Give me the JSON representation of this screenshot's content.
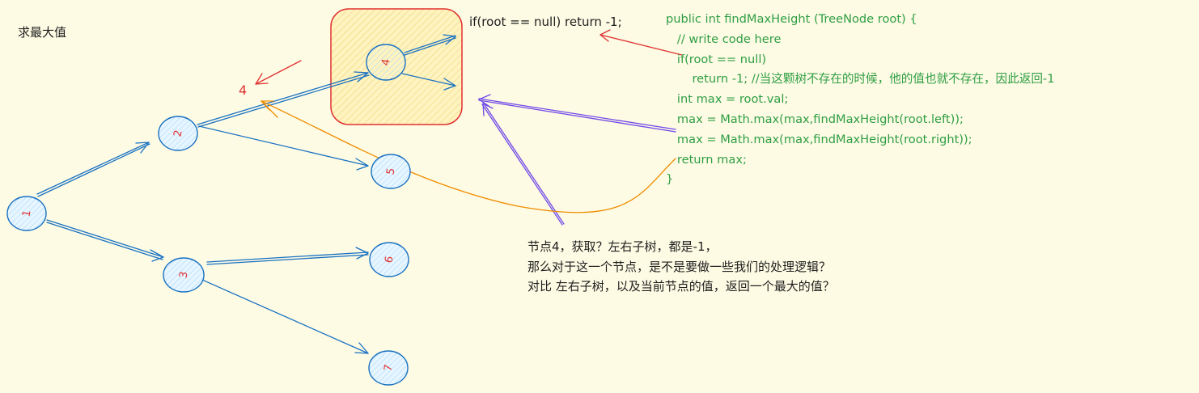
{
  "title": "求最大值",
  "null_check_snippet": "if(root == null) return -1;",
  "code_lines": [
    "public int findMaxHeight (TreeNode root) {",
    "   // write code here",
    "   if(root == null)",
    "       return -1; //当这颗树不存在的时候，他的值也就不存在，因此返回-1",
    "   int max = root.val;",
    "   max = Math.max(max,findMaxHeight(root.left));",
    "   max = Math.max(max,findMaxHeight(root.right));",
    "   return max;",
    "}"
  ],
  "note_lines": [
    "节点4，获取？左右子树，都是-1，",
    "那么对于这一个节点，是不是要做一些我们的处理逻辑？",
    "对比 左右子树，以及当前节点的值，返回一个最大的值？"
  ],
  "return_value_label": "4",
  "tree_nodes": [
    {
      "id": "node-1",
      "label": "1"
    },
    {
      "id": "node-2",
      "label": "2"
    },
    {
      "id": "node-3",
      "label": "3"
    },
    {
      "id": "node-4",
      "label": "4"
    },
    {
      "id": "node-5",
      "label": "5"
    },
    {
      "id": "node-6",
      "label": "6"
    },
    {
      "id": "node-7",
      "label": "7"
    }
  ],
  "colors": {
    "background": "#fdfbe4",
    "tree_edge": "#1971c2",
    "node_label": "#e03131",
    "highlight_border": "#e03131",
    "highlight_fill": "#ffec99",
    "code_text": "#2f9e44",
    "purple_arrow": "#7048e8",
    "orange_arrow": "#f08c00",
    "red_arrow": "#e03131"
  }
}
